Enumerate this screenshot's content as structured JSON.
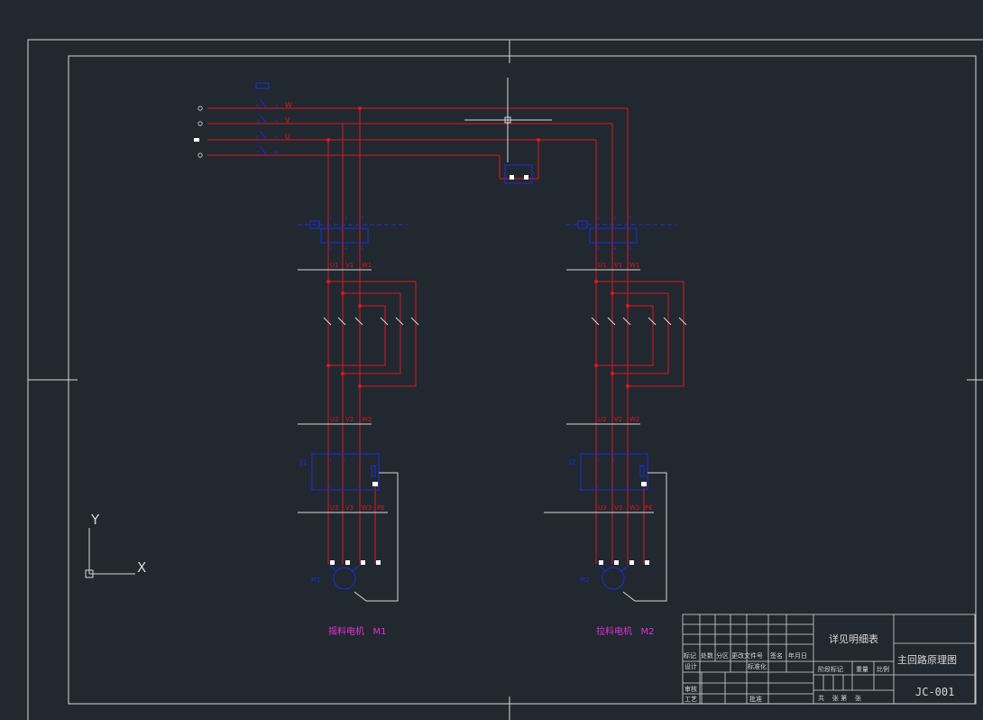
{
  "colors": {
    "background": "#212830",
    "frame": "#d8d8d8",
    "power_wire": "#e0161f",
    "component": "#1b2fd6",
    "caption": "#e52fd8",
    "node": "#e0161f",
    "terminal": "#ffffff"
  },
  "supply": {
    "phase_labels": [
      "W",
      "V",
      "U"
    ],
    "breaker_pins": [
      "1",
      "2",
      "3",
      "4",
      "5",
      "6",
      "7",
      "8"
    ]
  },
  "motor1": {
    "contactor_pins_top": [
      "1",
      "2",
      "3"
    ],
    "contactor_pins_bottom": [
      "2",
      "4",
      "6"
    ],
    "wire_labels_a": [
      "U1",
      "V1",
      "W1"
    ],
    "wire_labels_b": [
      "U2",
      "V2",
      "W2"
    ],
    "inverter_id": "J1",
    "inverter_pins_top": [
      "1",
      "2",
      "3"
    ],
    "inverter_pins_bottom": [
      "4",
      "5",
      "6"
    ],
    "output_labels": [
      "U3",
      "V3",
      "W3",
      "PE"
    ],
    "motor_id": "M1",
    "caption": "摇料电机   M1"
  },
  "motor2": {
    "contactor_pins_top": [
      "1",
      "2",
      "3"
    ],
    "contactor_pins_bottom": [
      "2",
      "4",
      "6"
    ],
    "wire_labels_a": [
      "U1",
      "V1",
      "W1"
    ],
    "wire_labels_b": [
      "U2",
      "V2",
      "W2"
    ],
    "inverter_id": "J2",
    "inverter_pins_top": [
      "1",
      "2",
      "3"
    ],
    "inverter_pins_bottom": [
      "4",
      "5",
      "6"
    ],
    "output_labels": [
      "U3",
      "V3",
      "W3",
      "PE"
    ],
    "motor_id": "M2",
    "caption": "拉料电机   M2"
  },
  "ucs": {
    "y": "Y",
    "x": "X"
  },
  "title_block": {
    "detail_note": "详见明细表",
    "drawing_name": "主回路原理图",
    "drawing_number": "JC-001",
    "rev_headers": [
      "标记",
      "处数",
      "分区",
      "更改文件号",
      "签名",
      "年月日"
    ],
    "design": "设计",
    "standardize": "标准化",
    "review": "审核",
    "process": "工艺",
    "approve": "批准",
    "stage": "阶段标记",
    "weight": "重量",
    "scale": "比例",
    "sheets": "共    张 第    张"
  }
}
